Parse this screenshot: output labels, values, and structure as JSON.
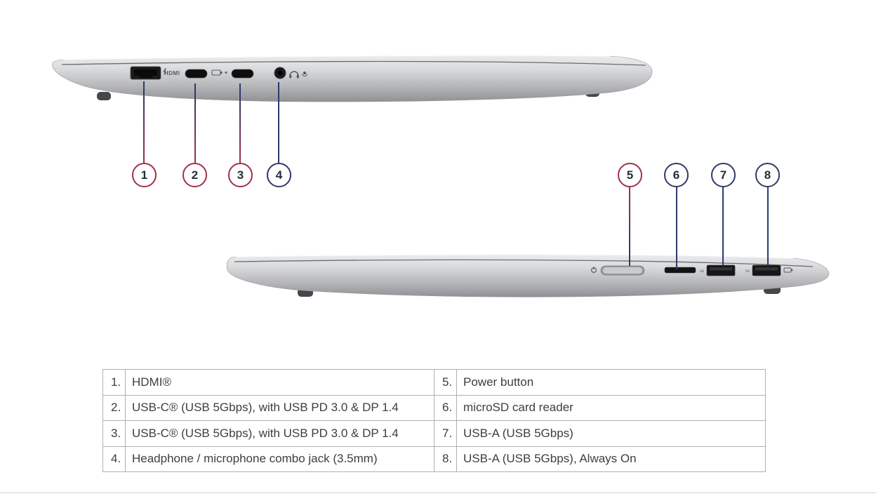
{
  "colors": {
    "background": "#ffffff",
    "callout_crimson": "#a02f4f",
    "callout_navy": "#2e3a6b",
    "table_border": "#b0b0b0",
    "laptop_silver": "#c8c9cb",
    "port_dark": "#151516"
  },
  "laptop_left": {
    "hdmi_label": "HDMI"
  },
  "callouts": [
    {
      "num": "1",
      "color": "#a02f4f"
    },
    {
      "num": "2",
      "color": "#a02f4f"
    },
    {
      "num": "3",
      "color": "#a02f4f"
    },
    {
      "num": "4",
      "color": "#2e3a6b"
    },
    {
      "num": "5",
      "color": "#a02f4f"
    },
    {
      "num": "6",
      "color": "#2e3a6b"
    },
    {
      "num": "7",
      "color": "#2e3a6b"
    },
    {
      "num": "8",
      "color": "#2e3a6b"
    }
  ],
  "table": {
    "rows": [
      {
        "left": {
          "num": "1.",
          "text": "HDMI®"
        },
        "right": {
          "num": "5.",
          "text": "Power button"
        }
      },
      {
        "left": {
          "num": "2.",
          "text": "USB-C® (USB 5Gbps), with USB PD 3.0 & DP 1.4"
        },
        "right": {
          "num": "6.",
          "text": "microSD card reader"
        }
      },
      {
        "left": {
          "num": "3.",
          "text": "USB-C® (USB 5Gbps), with USB PD 3.0 & DP 1.4"
        },
        "right": {
          "num": "7.",
          "text": "USB-A (USB 5Gbps)"
        }
      },
      {
        "left": {
          "num": "4.",
          "text": "Headphone / microphone combo jack (3.5mm)"
        },
        "right": {
          "num": "8.",
          "text": "USB-A (USB 5Gbps), Always On"
        }
      }
    ]
  }
}
